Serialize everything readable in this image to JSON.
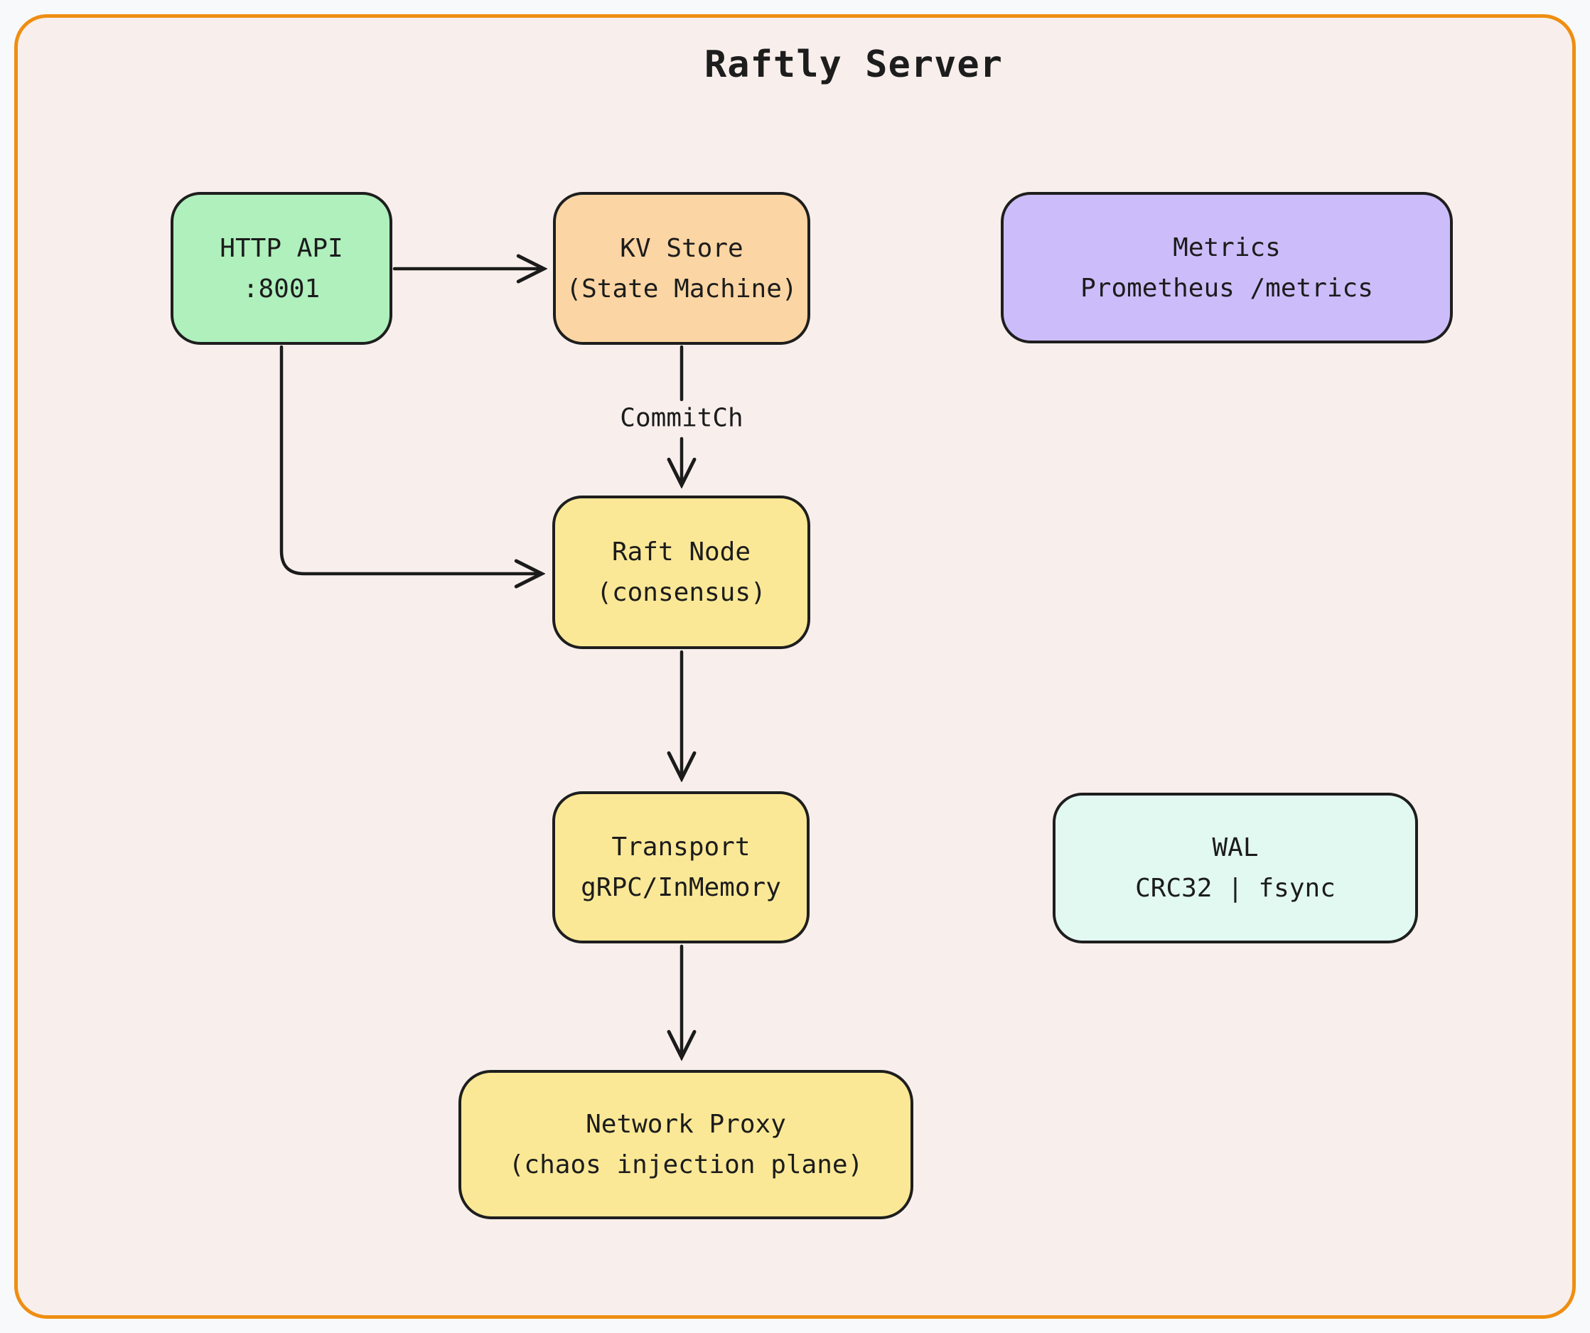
{
  "page": {
    "background": "#f8f9fb"
  },
  "frame": {
    "title": "Raftly Server",
    "border_color": "#ef8e11",
    "fill_color": "#f8efec"
  },
  "nodes": [
    {
      "id": "http-api",
      "lines": [
        "HTTP API",
        ":8001"
      ],
      "fill": "#aff0bd"
    },
    {
      "id": "kv-store",
      "lines": [
        "KV Store",
        "(State Machine)"
      ],
      "fill": "#fbd5a3"
    },
    {
      "id": "metrics",
      "lines": [
        "Metrics",
        "Prometheus /metrics"
      ],
      "fill": "#ccbdfa"
    },
    {
      "id": "raft-node",
      "lines": [
        "Raft Node",
        "(consensus)"
      ],
      "fill": "#fae896"
    },
    {
      "id": "transport",
      "lines": [
        "Transport",
        "gRPC/InMemory"
      ],
      "fill": "#fae896"
    },
    {
      "id": "wal",
      "lines": [
        "WAL",
        "CRC32 | fsync"
      ],
      "fill": "#e2f9f1"
    },
    {
      "id": "network-proxy",
      "lines": [
        "Network Proxy",
        "(chaos injection plane)"
      ],
      "fill": "#fae896"
    }
  ],
  "edges": {
    "color": "#1b1b1b",
    "commit_ch_label": "CommitCh"
  }
}
